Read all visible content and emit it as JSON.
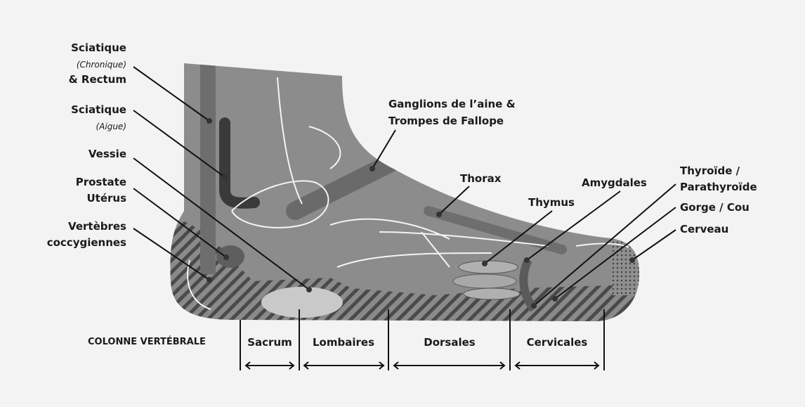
{
  "labels_left": {
    "sciatique_chronique": {
      "title": "Sciatique",
      "sub": "(Chronique)",
      "extra": "& Rectum"
    },
    "sciatique_aigue": {
      "title": "Sciatique",
      "sub": "(Aigue)"
    },
    "vessie": "Vessie",
    "prostate": "Prostate",
    "uterus": "Utérus",
    "vertebres_1": "Vertèbres",
    "vertebres_2": "coccygiennes"
  },
  "labels_top": {
    "ganglions_1": "Ganglions de l’aine &",
    "ganglions_2": "Trompes de Fallope",
    "thorax": "Thorax",
    "thymus": "Thymus",
    "amygdales": "Amygdales",
    "thyroide_1": "Thyroïde /",
    "thyroide_2": "Parathyroïde",
    "gorge": "Gorge / Cou",
    "cerveau": "Cerveau"
  },
  "spine": {
    "title": "COLONNE VERTÉBRALE",
    "segments": [
      "Sacrum",
      "Lombaires",
      "Dorsales",
      "Cervicales"
    ]
  }
}
